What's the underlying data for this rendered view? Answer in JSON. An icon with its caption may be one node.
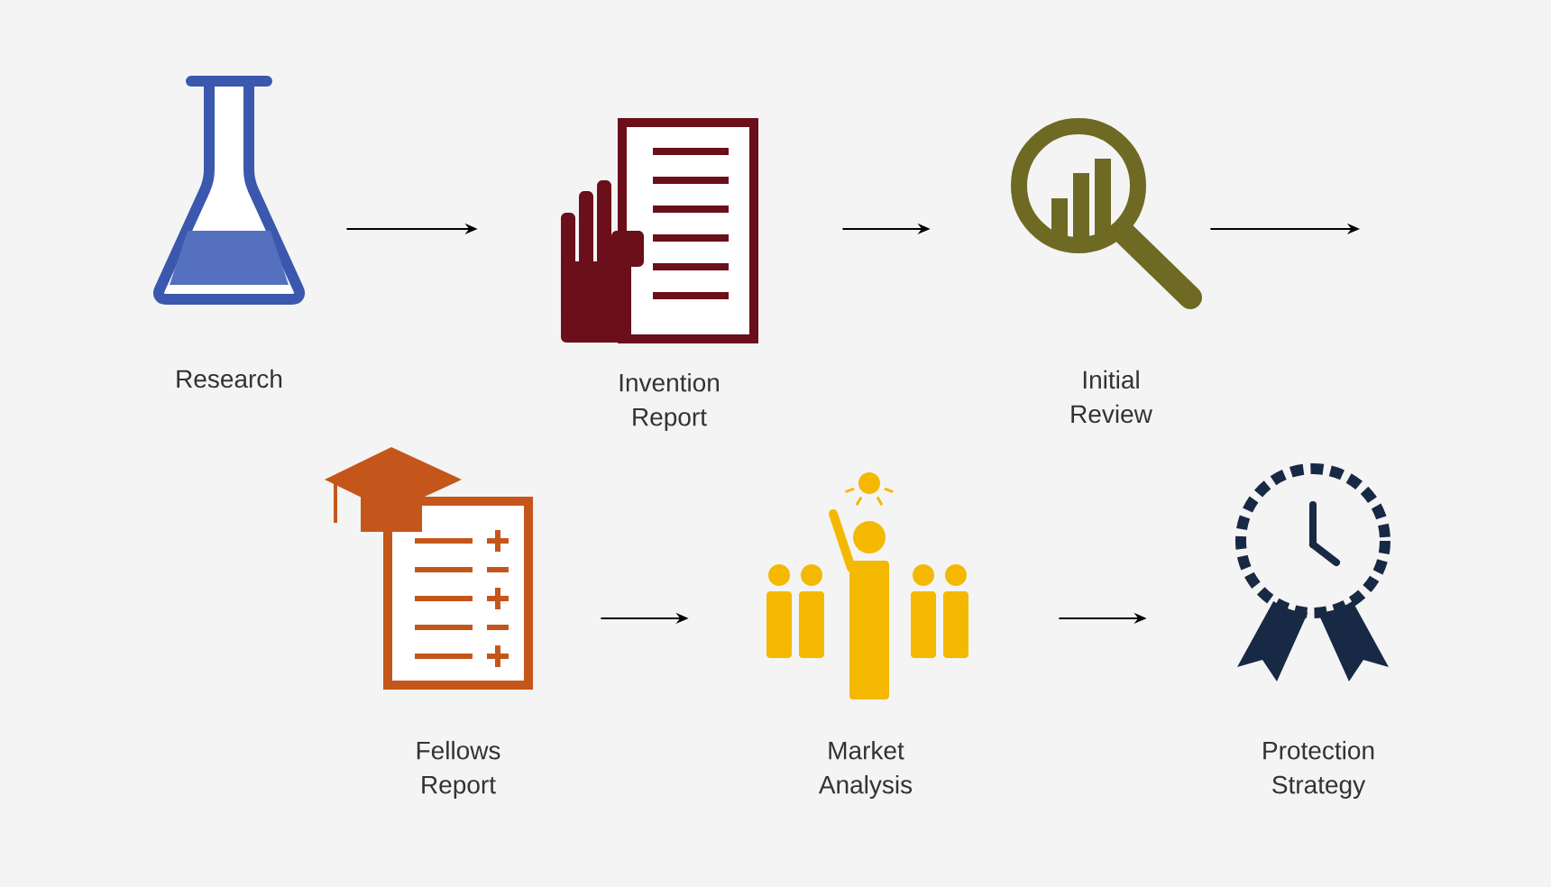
{
  "diagram": {
    "nodes": [
      {
        "text": [
          "Research"
        ]
      },
      {
        "text": [
          "Invention Report"
        ]
      },
      {
        "text": [
          "Initial Review"
        ]
      },
      {
        "text": [
          "Fellows Report"
        ]
      },
      {
        "text": [
          "Market Analysis"
        ]
      },
      {
        "text": [
          "Protection Strategy"
        ]
      }
    ],
    "edges": [
      {
        "from": 0,
        "to": 1,
        "arrow": "to"
      },
      {
        "from": 1,
        "to": 2,
        "arrow": "to"
      },
      {
        "from": 2,
        "to": null,
        "arrow": "to"
      },
      {
        "from": 3,
        "to": 4,
        "arrow": "to"
      },
      {
        "from": 4,
        "to": 5,
        "arrow": "to"
      }
    ]
  }
}
